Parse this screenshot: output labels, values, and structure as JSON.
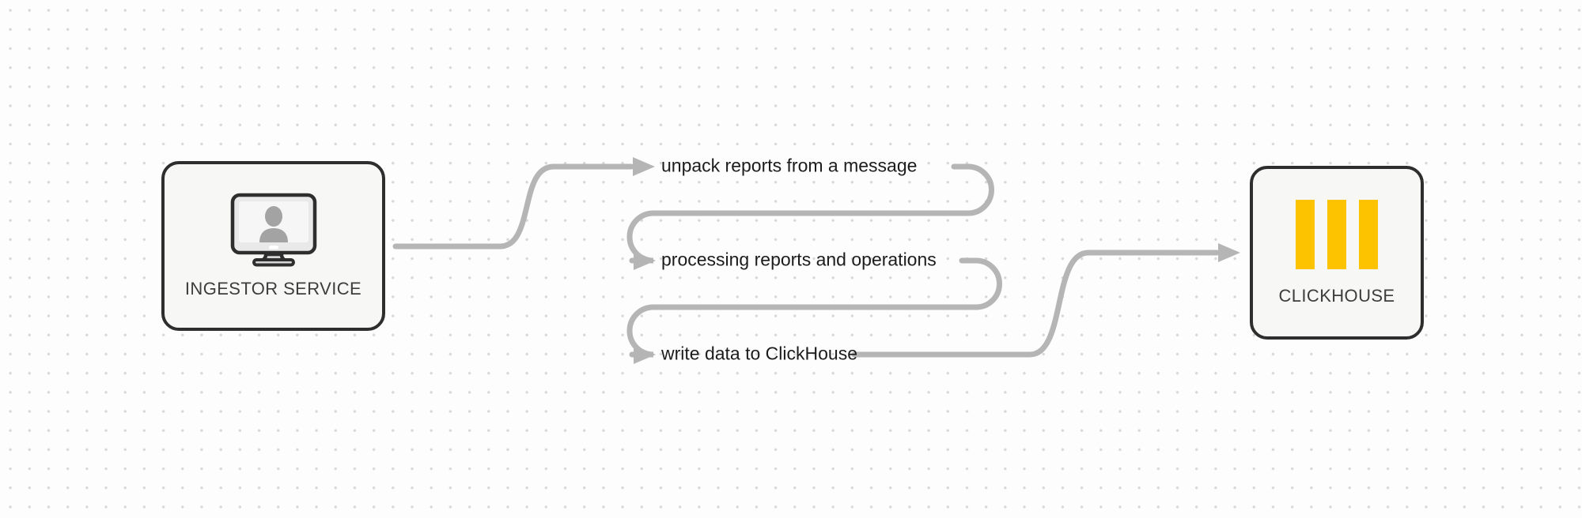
{
  "colors": {
    "canvas-bg": "#fdfdfd",
    "dot": "#d8d8d8",
    "node-border": "#2e2e2e",
    "node-fill": "#f7f7f5",
    "connector": "#b5b5b5",
    "text-dark": "#1c1c1c",
    "node-label": "#3d3d3d",
    "ch-yellow": "#fdc301",
    "icon-gray": "#a3a3a3",
    "icon-bezel": "#e9e9e9",
    "icon-screen": "#f6f6f6",
    "icon-stand": "#d7d7d7"
  },
  "nodes": {
    "ingestor": {
      "label": "INGESTOR SERVICE",
      "icon": "user-monitor-icon"
    },
    "clickhouse": {
      "label": "CLICKHOUSE",
      "icon": "clickhouse-logo-icon"
    }
  },
  "steps": [
    {
      "label": "unpack reports from a message"
    },
    {
      "label": "processing reports and operations"
    },
    {
      "label": "write data to ClickHouse"
    }
  ]
}
